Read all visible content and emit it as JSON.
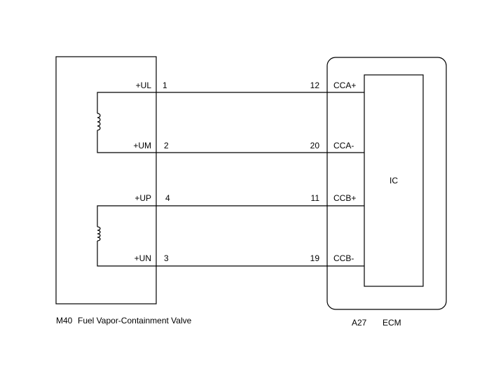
{
  "m40": {
    "code": "M40",
    "name": "Fuel Vapor-Containment Valve",
    "pins": [
      {
        "label": "+UL",
        "number": "1"
      },
      {
        "label": "+UM",
        "number": "2"
      },
      {
        "label": "+UP",
        "number": "4"
      },
      {
        "label": "+UN",
        "number": "3"
      }
    ]
  },
  "a27": {
    "code": "A27",
    "name": "ECM",
    "ic_label": "IC",
    "pins": [
      {
        "number": "12",
        "label": "CCA+"
      },
      {
        "number": "20",
        "label": "CCA-"
      },
      {
        "number": "11",
        "label": "CCB+"
      },
      {
        "number": "19",
        "label": "CCB-"
      }
    ]
  }
}
